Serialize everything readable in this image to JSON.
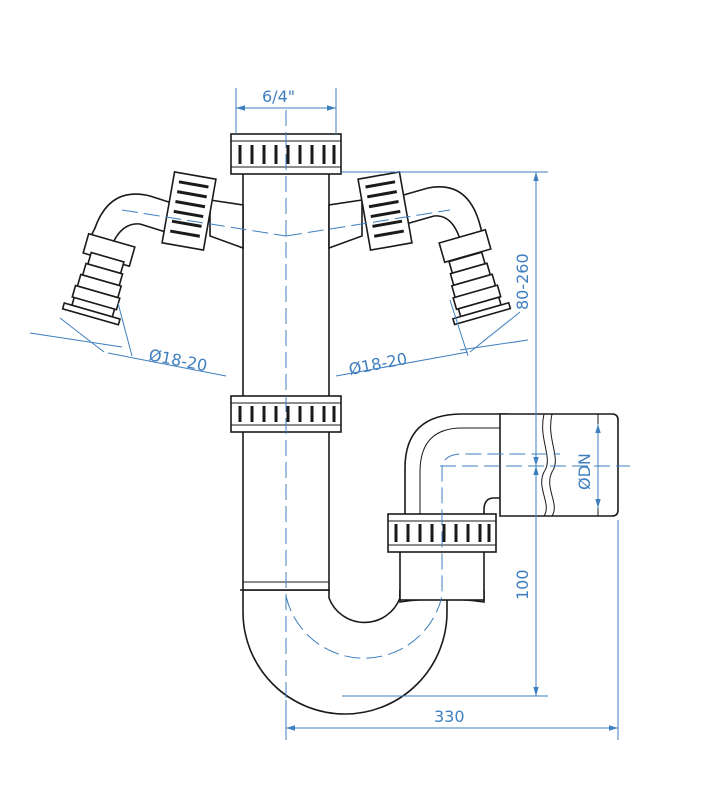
{
  "dimensions": {
    "top_connection": "6/4\"",
    "left_hose": "Ø18-20",
    "right_hose": "Ø18-20",
    "height_range": "80-260",
    "outlet_diameter": "ØDN",
    "trap_depth": "100",
    "width": "330"
  },
  "colors": {
    "line": "#1a1a1a",
    "dimension": "#3f7fbf",
    "background": "#ffffff"
  }
}
